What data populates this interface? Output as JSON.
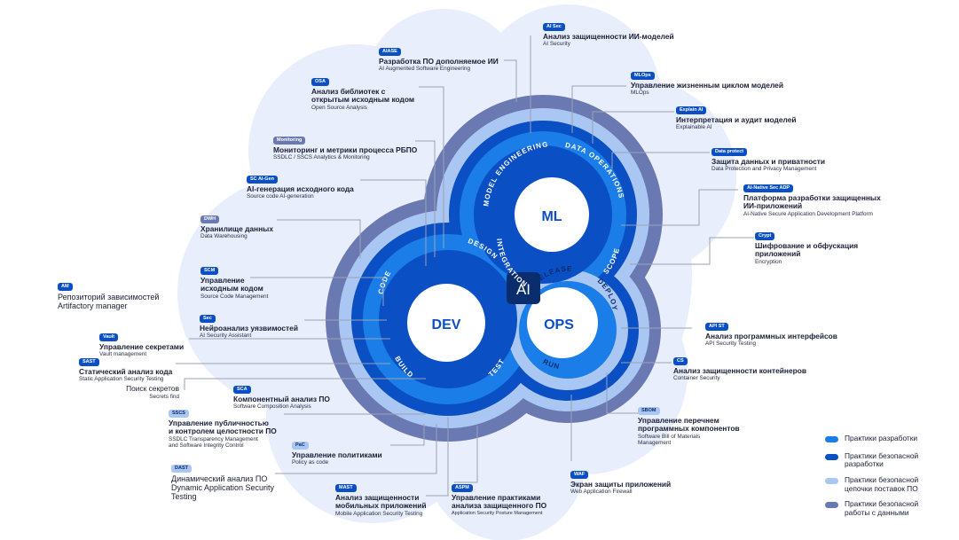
{
  "colors": {
    "cloud": "#e8eefb",
    "outer_ring": "#6b79b3",
    "supply_ring": "#a9c7f2",
    "secure_ring": "#0b4fc4",
    "dev_ring": "#1a7de8",
    "core": "#ffffff",
    "core_text": "#0b4fc4",
    "ai_box": "#0a2d6e"
  },
  "hubs": {
    "ml": "ML",
    "dev": "DEV",
    "ops": "OPS",
    "ai": "AI"
  },
  "ring_labels": {
    "model_engineering": "MODEL ENGINEERING",
    "data_operations": "DATA OPERATIONS",
    "integration": "INTEGRATION",
    "scope": "SCOPE",
    "code": "CODE",
    "design": "DESIGN",
    "build": "BUILD",
    "test": "TEST",
    "release": "RELEASE",
    "deploy": "DEPLOY",
    "run": "RUN"
  },
  "labels": [
    {
      "id": "aisec",
      "badge": "AI Sec",
      "title": "Анализ защищенности ИИ-моделей",
      "sub": "AI Security"
    },
    {
      "id": "aiase",
      "badge": "AIASE",
      "title": "Разработка ПО дополняемое ИИ",
      "sub": "AI Augmented Software Engineering"
    },
    {
      "id": "osa",
      "badge": "OSA",
      "title": "Анализ библиотек с",
      "title2": "открытым исходным кодом",
      "sub": "Open Source Analysis"
    },
    {
      "id": "mlops",
      "badge": "MLOps",
      "title": "Управление жизненным циклом моделей",
      "sub": "MLOps"
    },
    {
      "id": "xai",
      "badge": "Explain AI",
      "title": "Интерпретация и аудит моделей",
      "sub": "Explainable AI"
    },
    {
      "id": "monitoring",
      "badge": "Monitoring",
      "title": "Мониторинг и метрики процесса РБПО",
      "sub": "SSDLC / SSCS Analytics & Monitoring"
    },
    {
      "id": "dataprot",
      "badge": "Data protect",
      "title": "Защита данных и приватности",
      "sub": "Data Protection and Privacy Management"
    },
    {
      "id": "scaigen",
      "badge": "SC AI-Gen",
      "title": "AI-генерация исходного кода",
      "sub": "Source code AI-generation"
    },
    {
      "id": "adp",
      "badge": "AI-Native Sec ADP",
      "title": "Платформа разработки защищенных",
      "title2": "ИИ-приложений",
      "sub": "AI-Native Secure Application Development Platform"
    },
    {
      "id": "dwh",
      "badge": "DWH",
      "title": "Хранилище данных",
      "sub": "Data Warehousing"
    },
    {
      "id": "crypt",
      "badge": "Crypt",
      "title": "Шифрование и обфускация",
      "title2": "приложений",
      "sub": "Encryption"
    },
    {
      "id": "scm",
      "badge": "SCM",
      "title": "Управление",
      "title2": "исходным кодом",
      "sub": "Source Code Management"
    },
    {
      "id": "am",
      "badge": "AM",
      "title": "Репозиторий зависимостей",
      "sub": "Artifactory manager"
    },
    {
      "id": "sec",
      "badge": "Sec",
      "title": "Нейроанализ уязвимостей",
      "sub": "AI Security Assistant"
    },
    {
      "id": "apist",
      "badge": "API ST",
      "title": "Анализ программных интерфейсов",
      "sub": "API Security Testing"
    },
    {
      "id": "vault",
      "badge": "Vault",
      "title": "Управление секретами",
      "sub": "Vault management"
    },
    {
      "id": "sast",
      "badge": "SAST",
      "title": "Статический анализ кода",
      "sub": "Static Application Security Testing"
    },
    {
      "id": "cs",
      "badge": "CS",
      "title": "Анализ защищенности контейнеров",
      "sub": "Container Security"
    },
    {
      "id": "secrets",
      "badge": "",
      "title": "Поиск секретов",
      "sub": "Secrets find"
    },
    {
      "id": "sca",
      "badge": "SCA",
      "title": "Компонентный анализ ПО",
      "sub": "Software Composition Analysis"
    },
    {
      "id": "ssdlc",
      "badge": "SSCS",
      "title": "Управление публичностью",
      "title2": "и контролем целостности ПО",
      "sub": "SSDLC Transparency Management",
      "sub2": "and Software Integrity Control"
    },
    {
      "id": "sbom",
      "badge": "SBOM",
      "title": "Управление перечнем",
      "title2": "программных компонентов",
      "sub": "Software Bill of Materials",
      "sub2": "Management"
    },
    {
      "id": "pac",
      "badge": "PaC",
      "title": "Управление политиками",
      "sub": "Policy as code"
    },
    {
      "id": "waf",
      "badge": "WAF",
      "title": "Экран защиты приложений",
      "sub": "Web Application Firewall"
    },
    {
      "id": "dast",
      "badge": "DAST",
      "title": "Динамический анализ ПО",
      "title2": "Dynamic Application Security",
      "title3": "Testing"
    },
    {
      "id": "mast",
      "badge": "MAST",
      "title": "Анализ защищенности",
      "title2": "мобильных приложений",
      "sub": "Mobile Application Security Testing"
    },
    {
      "id": "aspm",
      "badge": "ASPM",
      "title": "Управление практиками",
      "title2": "анализа защищенного ПО",
      "sub": "Application Security Posture Management"
    }
  ],
  "legend": [
    {
      "label": "Практики разработки",
      "color": "#1a7de8"
    },
    {
      "label": "Практики безопасной",
      "label2": "разработки",
      "color": "#0b4fc4"
    },
    {
      "label": "Практики безопасной",
      "label2": "цепочки поставок ПО",
      "color": "#a9c7f2"
    },
    {
      "label": "Практики безопасной",
      "label2": "работы с данными",
      "color": "#6b79b3"
    }
  ]
}
